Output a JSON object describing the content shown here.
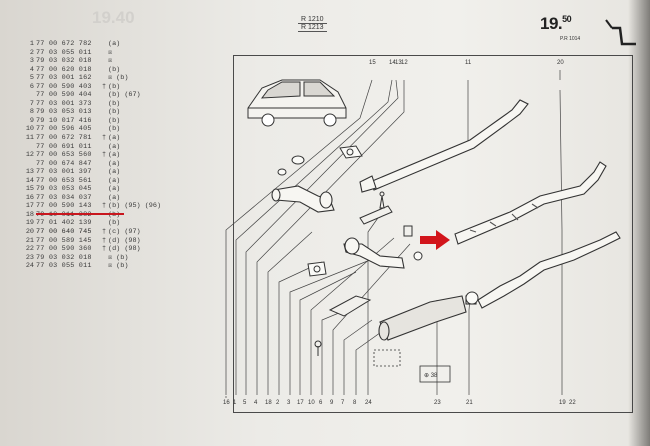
{
  "header": {
    "model_refs": [
      "R 1210",
      "R 1213"
    ],
    "page_number": "19.",
    "page_sub": "50",
    "pr_code": "P.R 1014",
    "ghost_text": "19.40"
  },
  "parts": [
    {
      "num": "1",
      "ref": "77 00 672 782",
      "mark": "",
      "note": "(a)"
    },
    {
      "num": "2",
      "ref": "77 03 055 011",
      "mark": "",
      "note": "☒"
    },
    {
      "num": "3",
      "ref": "79 03 032 018",
      "mark": "",
      "note": "☒"
    },
    {
      "num": "4",
      "ref": "77 00 620 018",
      "mark": "",
      "note": "(b)"
    },
    {
      "num": "5",
      "ref": "77 03 001 162",
      "mark": "",
      "note": "☒ (b)"
    },
    {
      "num": "6",
      "ref": "77 00 590 403",
      "mark": "†",
      "note": "(b)"
    },
    {
      "num": "",
      "ref": "77 00 590 404",
      "mark": "",
      "note": "(b) (67)"
    },
    {
      "num": "7",
      "ref": "77 03 001 373",
      "mark": "",
      "note": "(b)"
    },
    {
      "num": "8",
      "ref": "79 03 053 013",
      "mark": "",
      "note": "(b)"
    },
    {
      "num": "9",
      "ref": "79 10 017 416",
      "mark": "",
      "note": "(b)"
    },
    {
      "num": "10",
      "ref": "77 00 596 405",
      "mark": "",
      "note": "(b)"
    },
    {
      "num": "11",
      "ref": "77 00 672 781",
      "mark": "†",
      "note": "(a)"
    },
    {
      "num": "",
      "ref": "77 00 691 011",
      "mark": "",
      "note": "(a)"
    },
    {
      "num": "12",
      "ref": "77 00 653 560",
      "mark": "†",
      "note": "(a)"
    },
    {
      "num": "",
      "ref": "77 00 674 847",
      "mark": "",
      "note": "(a)"
    },
    {
      "num": "13",
      "ref": "77 03 001 397",
      "mark": "",
      "note": "(a)"
    },
    {
      "num": "14",
      "ref": "77 00 653 561",
      "mark": "",
      "note": "(a)"
    },
    {
      "num": "15",
      "ref": "79 03 053 045",
      "mark": "",
      "note": "(a)"
    },
    {
      "num": "16",
      "ref": "77 03 034 037",
      "mark": "",
      "note": "(a)"
    },
    {
      "num": "17",
      "ref": "77 00 590 143",
      "mark": "†",
      "note": "(b) (95) (96)"
    },
    {
      "num": "18",
      "ref": "79 10 011 382",
      "mark": "",
      "note": "(b)"
    },
    {
      "num": "19",
      "ref": "77 01 402 139",
      "mark": "",
      "note": "(b)"
    },
    {
      "num": "20",
      "ref": "77 00 640 745",
      "mark": "†",
      "note": "(c) (97)"
    },
    {
      "num": "21",
      "ref": "77 00 589 145",
      "mark": "†",
      "note": "(d) (98)"
    },
    {
      "num": "22",
      "ref": "77 00 590 360",
      "mark": "†",
      "note": "(d) (98)"
    },
    {
      "num": "23",
      "ref": "79 03 032 018",
      "mark": "",
      "note": "☒ (b)"
    },
    {
      "num": "24",
      "ref": "77 03 055 011",
      "mark": "",
      "note": "☒ (b)"
    }
  ],
  "diagram": {
    "top_callouts": [
      "15",
      "14",
      "13",
      "12",
      "11",
      "20"
    ],
    "bottom_callouts": [
      "16",
      "1",
      "5",
      "4",
      "18",
      "2",
      "3",
      "17",
      "10",
      "6",
      "9",
      "7",
      "8",
      "24",
      "23",
      "21",
      "19",
      "22"
    ],
    "box_label": "⊕ 38",
    "colors": {
      "highlight": "#c8161d",
      "ink": "#3a3a3a"
    }
  }
}
